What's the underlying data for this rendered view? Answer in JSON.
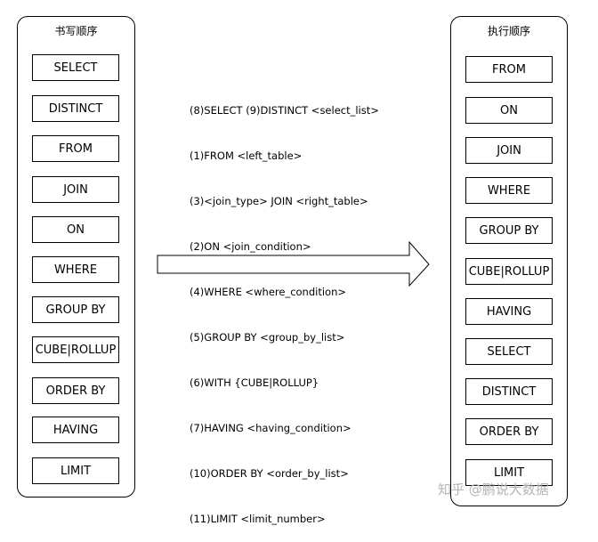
{
  "left_panel": {
    "title": "书写顺序",
    "items": [
      "SELECT",
      "DISTINCT",
      "FROM",
      "JOIN",
      "ON",
      "WHERE",
      "GROUP BY",
      "CUBE|ROLLUP",
      "ORDER BY",
      "HAVING",
      "LIMIT"
    ]
  },
  "right_panel": {
    "title": "执行顺序",
    "items": [
      "FROM",
      "ON",
      "JOIN",
      "WHERE",
      "GROUP BY",
      "CUBE|ROLLUP",
      "HAVING",
      "SELECT",
      "DISTINCT",
      "ORDER BY",
      "LIMIT"
    ]
  },
  "sql_lines": [
    "(8)SELECT (9)DISTINCT <select_list>",
    "(1)FROM <left_table>",
    "(3)<join_type> JOIN <right_table>",
    "(2)ON <join_condition>",
    "(4)WHERE <where_condition>",
    "(5)GROUP BY <group_by_list>",
    "(6)WITH {CUBE|ROLLUP}",
    "(7)HAVING <having_condition>",
    "(10)ORDER BY <order_by_list>",
    "(11)LIMIT <limit_number>"
  ],
  "watermark": "知乎 @鹏说大数据"
}
